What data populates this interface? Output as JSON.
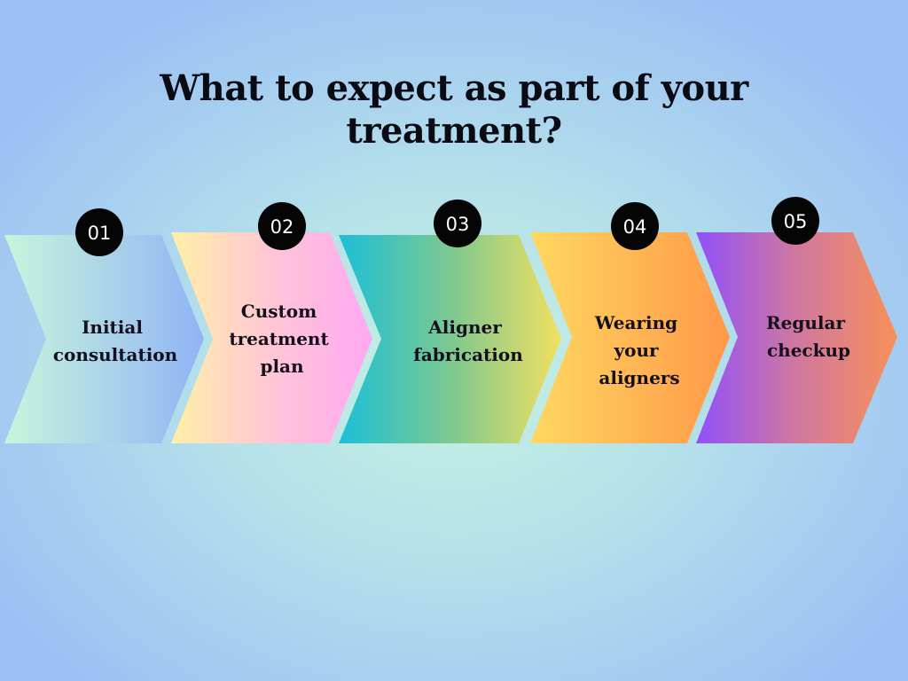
{
  "title": {
    "line1": "What to expect as part of your",
    "line2": "treatment?"
  },
  "steps": [
    {
      "number": "01",
      "lines": [
        "Initial",
        "consultation"
      ],
      "colors": [
        "#c8f5dc",
        "#90b4f5"
      ]
    },
    {
      "number": "02",
      "lines": [
        "Custom",
        "treatment",
        "plan"
      ],
      "colors": [
        "#fff0a6",
        "#ffc6d6",
        "#ffa8f2"
      ]
    },
    {
      "number": "03",
      "lines": [
        "Aligner",
        "fabrication"
      ],
      "colors": [
        "#1cbfd8",
        "#7cc890",
        "#f2e060"
      ]
    },
    {
      "number": "04",
      "lines": [
        "Wearing",
        "your",
        "aligners"
      ],
      "colors": [
        "#ffd862",
        "#ff9848"
      ]
    },
    {
      "number": "05",
      "lines": [
        "Regular",
        "checkup"
      ],
      "colors": [
        "#9050fa",
        "#d078a0",
        "#f89058"
      ]
    }
  ]
}
